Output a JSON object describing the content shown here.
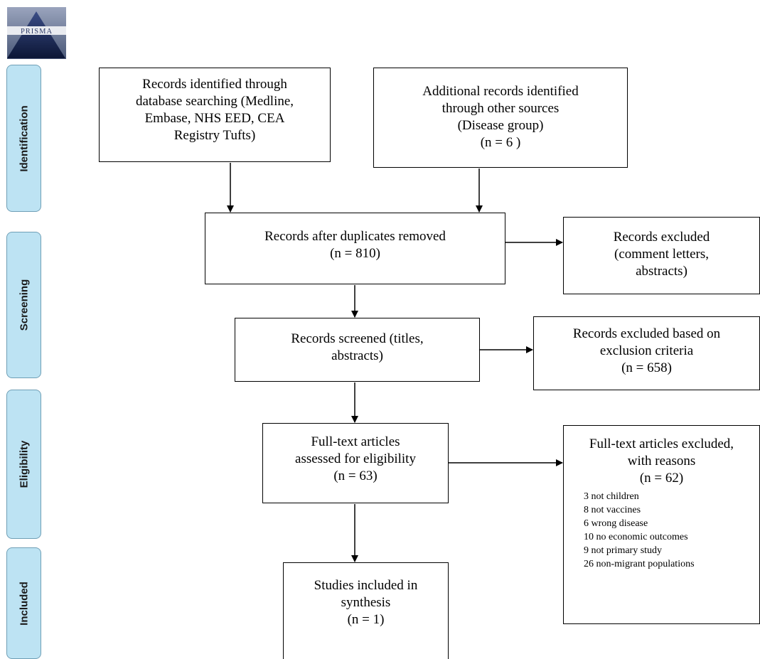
{
  "logo": {
    "text": "PRISMA"
  },
  "phases": [
    {
      "label": "Identification"
    },
    {
      "label": "Screening"
    },
    {
      "label": "Eligibility"
    },
    {
      "label": "Included"
    }
  ],
  "boxes": {
    "db_search": {
      "lines": [
        "Records identified through",
        "database searching (Medline,",
        "Embase, NHS EED, CEA",
        "Registry Tufts)"
      ]
    },
    "other_sources": {
      "lines": [
        "Additional records identified",
        "through other sources",
        "(Disease group)"
      ],
      "count": "(n = 6 )"
    },
    "after_duplicates": {
      "lines": [
        "Records after duplicates removed"
      ],
      "count": "(n = 810)"
    },
    "excluded_letters": {
      "lines": [
        "Records excluded",
        "(comment letters,",
        "abstracts)"
      ]
    },
    "screened": {
      "lines": [
        "Records screened (titles,",
        "abstracts)"
      ]
    },
    "excluded_criteria": {
      "lines": [
        "Records excluded based on",
        "exclusion criteria"
      ],
      "count": "(n = 658)"
    },
    "fulltext": {
      "lines": [
        "Full-text articles",
        "assessed for eligibility"
      ],
      "count": "(n = 63)"
    },
    "fulltext_excluded": {
      "lines": [
        "Full-text articles excluded,",
        "with reasons"
      ],
      "count": "(n = 62)",
      "reasons": [
        "3 not children",
        "8 not vaccines",
        "6 wrong disease",
        "10 no economic outcomes",
        "9 not primary study",
        "26 non-migrant populations"
      ]
    },
    "included": {
      "lines": [
        "Studies included in",
        "synthesis"
      ],
      "count": "(n = 1)"
    }
  }
}
